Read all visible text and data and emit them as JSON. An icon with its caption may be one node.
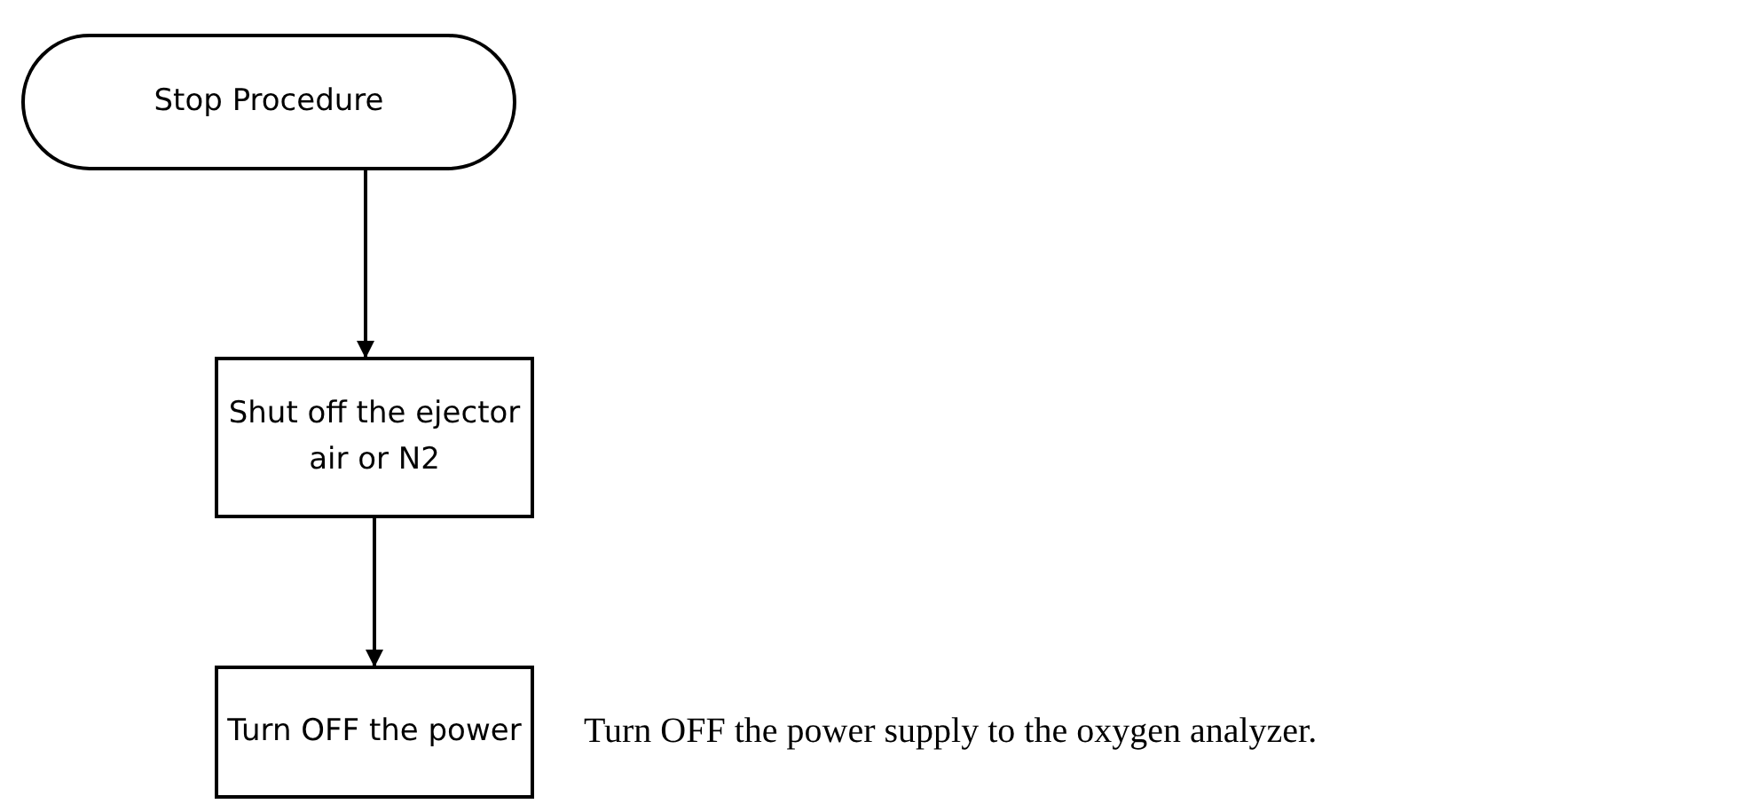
{
  "diagram": {
    "nodes": [
      {
        "text": [
          "Stop Procedure"
        ]
      },
      {
        "text": [
          "Shut off the ejector air or N2"
        ]
      },
      {
        "text": [
          "Turn OFF the power"
        ],
        "beside": [
          "Turn OFF the power supply to the oxygen analyzer."
        ]
      }
    ],
    "edges": [
      {
        "from": 0,
        "to": 1,
        "arrow": "to"
      },
      {
        "from": 1,
        "to": 2,
        "arrow": "to"
      }
    ]
  }
}
